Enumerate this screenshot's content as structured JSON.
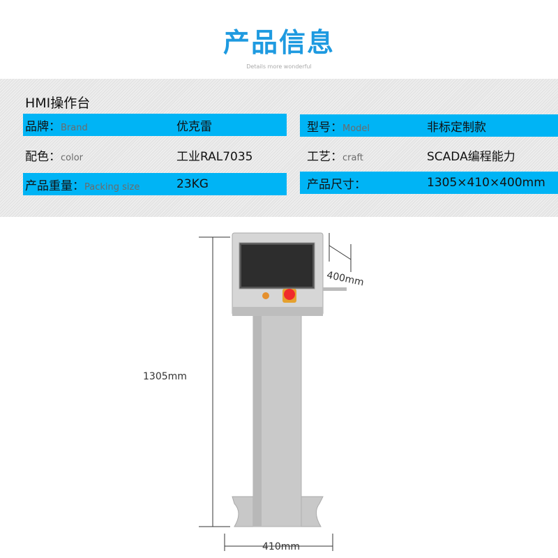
{
  "header": {
    "title": "产品信息",
    "subtitle": "Details more wonderful"
  },
  "product": {
    "name": "HMI操作台"
  },
  "specs": [
    {
      "label": "品牌：",
      "label_en": "Brand",
      "value": "优克雷"
    },
    {
      "label": "型号：",
      "label_en": "Model",
      "value": "非标定制款"
    },
    {
      "label": "配色：",
      "label_en": "color",
      "value": "工业RAL7035"
    },
    {
      "label": "工艺：",
      "label_en": "craft",
      "value": "SCADA编程能力"
    },
    {
      "label": "产品重量：",
      "label_en": "Packing size",
      "value": "23KG"
    },
    {
      "label": "产品尺寸：",
      "label_en": "",
      "value": "1305×410×400mm"
    }
  ],
  "dimensions": {
    "height": "1305mm",
    "width": "410mm",
    "depth": "400mm"
  },
  "colors": {
    "accent": "#00b4f5",
    "title": "#1e9ae0"
  }
}
